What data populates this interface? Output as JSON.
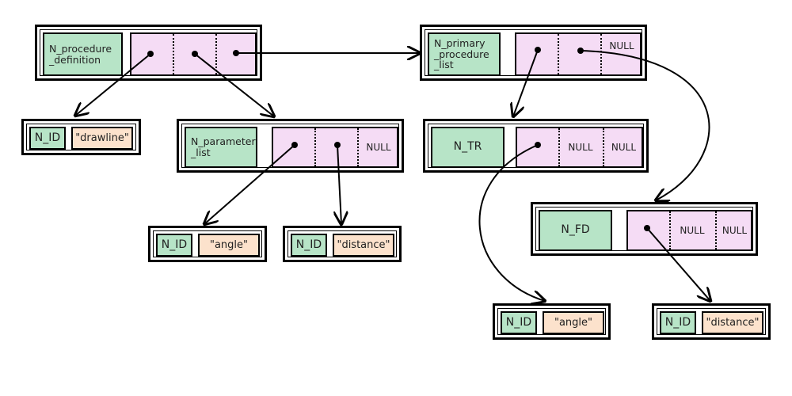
{
  "nodes": {
    "procedure_definition": {
      "label": "N_procedure\n_definition"
    },
    "id_drawline": {
      "label": "N_ID",
      "value": "\"drawline\""
    },
    "parameter_list": {
      "label": "N_parameter\n_list",
      "null_text": "NULL"
    },
    "id_angle_1": {
      "label": "N_ID",
      "value": "\"angle\""
    },
    "id_distance_1": {
      "label": "N_ID",
      "value": "\"distance\""
    },
    "primary_procedure_list": {
      "label": "N_primary\n_procedure\n_list",
      "null_text": "NULL"
    },
    "tr": {
      "label": "N_TR",
      "null_1": "NULL",
      "null_2": "NULL"
    },
    "fd": {
      "label": "N_FD",
      "null_1": "NULL",
      "null_2": "NULL"
    },
    "id_angle_2": {
      "label": "N_ID",
      "value": "\"angle\""
    },
    "id_distance_2": {
      "label": "N_ID",
      "value": "\"distance\""
    }
  },
  "colors": {
    "label_fill": "#b7e4c7",
    "pointer_fill": "#f5dcf5",
    "string_fill": "#fce2cc",
    "border": "#000000"
  }
}
